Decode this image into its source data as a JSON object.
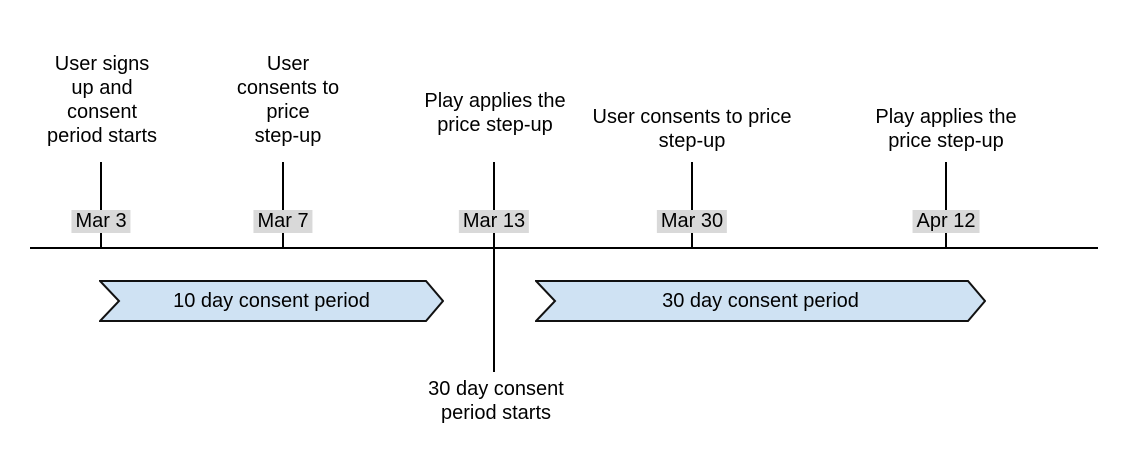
{
  "timeline": {
    "events": [
      {
        "date": "Mar 3",
        "label": "User signs\nup and\nconsent\nperiod starts"
      },
      {
        "date": "Mar 7",
        "label": "User\nconsents to\nprice\nstep-up"
      },
      {
        "date": "Mar 13",
        "label": "Play applies the\nprice step-up",
        "note_below": "30 day consent\nperiod starts"
      },
      {
        "date": "Mar 30",
        "label": "User consents to price\nstep-up"
      },
      {
        "date": "Apr 12",
        "label": "Play applies the\nprice step-up"
      }
    ],
    "periods": [
      {
        "label": "10 day consent period",
        "start_date": "Mar 3",
        "end_date": "Mar 13"
      },
      {
        "label": "30 day consent period",
        "start_date": "Mar 13",
        "end_date": "Apr 12"
      }
    ],
    "colors": {
      "period_fill": "#cfe2f3",
      "period_border": "#111111",
      "date_badge_bg": "#d9d9d9",
      "line": "#000000"
    }
  }
}
